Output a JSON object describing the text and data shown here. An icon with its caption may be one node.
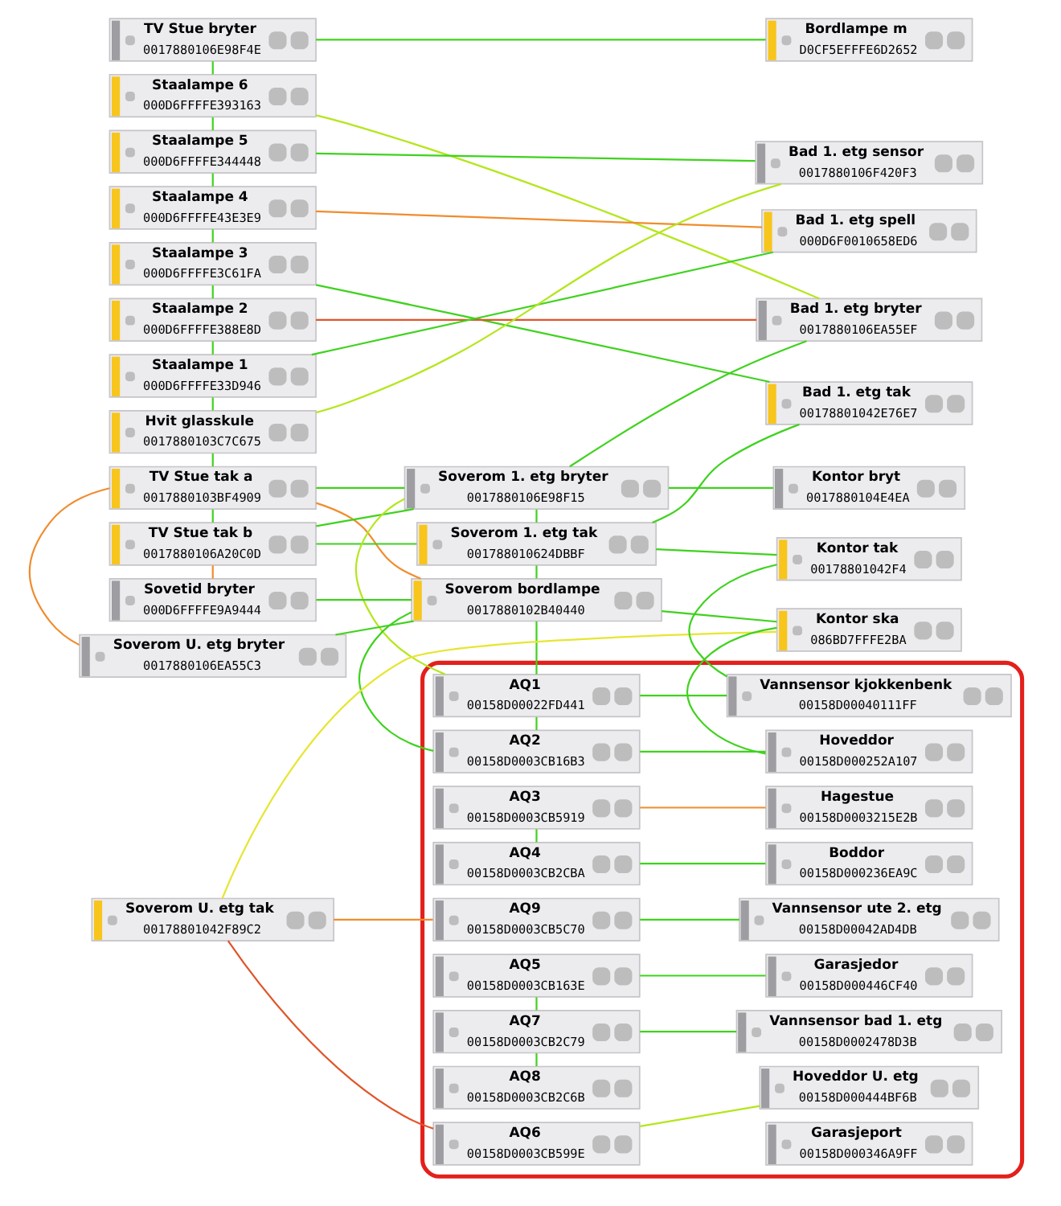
{
  "diagram": {
    "nodes": [
      {
        "text": [
          "TV Stue bryter",
          "0017880106E98F4E"
        ]
      },
      {
        "text": [
          "Staalampe 6",
          "000D6FFFFE393163"
        ]
      },
      {
        "text": [
          "Staalampe 5",
          "000D6FFFFE344448"
        ]
      },
      {
        "text": [
          "Staalampe 4",
          "000D6FFFFE43E3E9"
        ]
      },
      {
        "text": [
          "Staalampe 3",
          "000D6FFFFE3C61FA"
        ]
      },
      {
        "text": [
          "Staalampe 2",
          "000D6FFFFE388E8D"
        ]
      },
      {
        "text": [
          "Staalampe 1",
          "000D6FFFFE33D946"
        ]
      },
      {
        "text": [
          "Hvit glasskule",
          "0017880103C7C675"
        ]
      },
      {
        "text": [
          "TV Stue tak a",
          "0017880103BF4909"
        ]
      },
      {
        "text": [
          "TV Stue tak b",
          "0017880106A20C0D"
        ]
      },
      {
        "text": [
          "Bordlampe m",
          "D0CF5EFFFE6D2652"
        ]
      },
      {
        "text": [
          "Bad 1. etg bryter",
          "0017880106EA55EF"
        ]
      },
      {
        "text": [
          "Bad 1. etg sensor",
          "0017880106F420F3"
        ]
      },
      {
        "text": [
          "Bad 1. etg spell",
          "000D6F0010658ED6"
        ]
      },
      {
        "text": [
          "Bad 1. etg tak",
          "00178801042E76E7"
        ]
      },
      {
        "text": [
          "Soverom 1. etg bryter",
          "0017880106E98F15"
        ]
      },
      {
        "text": [
          "Soverom 1. etg tak",
          "001788010624DBBF"
        ]
      },
      {
        "text": [
          "Soverom bordlampe",
          "0017880102B40440"
        ]
      },
      {
        "text": [
          "Sovetid bryter",
          "000D6FFFFE9A9444"
        ]
      },
      {
        "text": [
          "Soverom U. etg bryter",
          "0017880106EA55C3"
        ]
      },
      {
        "text": [
          "Soverom U. etg tak",
          "00178801042F89C2"
        ]
      },
      {
        "text": [
          "Kontor bryt",
          "0017880104E4EA"
        ]
      },
      {
        "text": [
          "Kontor tak",
          "00178801042F4"
        ]
      },
      {
        "text": [
          "Kontor ska",
          "086BD7FFFE2BA"
        ]
      },
      {
        "text": [],
        "shape": "box"
      },
      {
        "text": [
          "AQ1",
          "00158D00022FD441"
        ],
        "in": 24
      },
      {
        "text": [
          "AQ2",
          "00158D0003CB16B3"
        ],
        "in": 24
      },
      {
        "text": [
          "AQ3",
          "00158D0003CB5919"
        ],
        "in": 24
      },
      {
        "text": [
          "AQ4",
          "00158D0003CB2CBA"
        ],
        "in": 24
      },
      {
        "text": [
          "AQ5",
          "00158D0003CB163E"
        ],
        "in": 24
      },
      {
        "text": [
          "AQ6",
          "00158D0003CB599E"
        ],
        "in": 24
      },
      {
        "text": [
          "AQ7",
          "00158D0003CB2C79"
        ],
        "in": 24
      },
      {
        "text": [
          "AQ8",
          "00158D0003CB2C6B"
        ],
        "in": 24
      },
      {
        "text": [
          "AQ9",
          "00158D0003CB5C70"
        ],
        "in": 24
      },
      {
        "text": [
          "Vannsensor kjokkenbenk",
          "00158D00040111FF"
        ],
        "in": 24
      },
      {
        "text": [
          "Hoveddor",
          "00158D000252A107"
        ],
        "in": 24
      },
      {
        "text": [
          "Hagestue",
          "00158D0003215E2B"
        ],
        "in": 24
      },
      {
        "text": [
          "Boddor",
          "00158D000236EA9C"
        ],
        "in": 24
      },
      {
        "text": [
          "Garasjedor",
          "00158D000446CF40"
        ],
        "in": 24
      },
      {
        "text": [
          "Hoveddor U. etg",
          "00158D000444BF6B"
        ],
        "in": 24
      },
      {
        "text": [
          "Vannsensor bad 1. etg",
          "00158D0002478D3B"
        ],
        "in": 24
      },
      {
        "text": [
          "Garasjeport",
          "00158D000346A9FF"
        ],
        "in": 24
      },
      {
        "text": [
          "Vannsensor ute 2. etg",
          "00158D00042AD4DB"
        ],
        "in": 24
      }
    ],
    "edges": [
      {
        "from": 0,
        "to": 1,
        "arrow": "none"
      },
      {
        "from": 1,
        "to": 2,
        "arrow": "none"
      },
      {
        "from": 2,
        "to": 3,
        "arrow": "none"
      },
      {
        "from": 3,
        "to": 4,
        "arrow": "none"
      },
      {
        "from": 4,
        "to": 5,
        "arrow": "none"
      },
      {
        "from": 5,
        "to": 6,
        "arrow": "none"
      },
      {
        "from": 6,
        "to": 7,
        "arrow": "none"
      },
      {
        "from": 7,
        "to": 8,
        "arrow": "none"
      },
      {
        "from": 8,
        "to": 9,
        "arrow": "none"
      },
      {
        "from": 0,
        "to": 10,
        "arrow": "none"
      },
      {
        "from": 1,
        "to": 11,
        "arrow": "none",
        "color": "#b5e61d"
      },
      {
        "from": 2,
        "to": 12,
        "arrow": "none"
      },
      {
        "from": 3,
        "to": 13,
        "arrow": "none",
        "color": "#f08c2e"
      },
      {
        "from": 4,
        "to": 14,
        "arrow": "none"
      },
      {
        "from": 5,
        "to": 11,
        "arrow": "none",
        "color": "#e0552a"
      },
      {
        "from": 6,
        "to": 13,
        "arrow": "none"
      },
      {
        "from": 7,
        "to": 12,
        "arrow": "none",
        "color": "#b5e61d"
      },
      {
        "from": 8,
        "to": 15,
        "arrow": "none"
      },
      {
        "from": 9,
        "to": 15,
        "arrow": "none"
      },
      {
        "from": 9,
        "to": 16,
        "arrow": "none"
      },
      {
        "from": 8,
        "to": 17,
        "arrow": "none",
        "color": "#f08c2e"
      },
      {
        "from": 15,
        "to": 16,
        "arrow": "none"
      },
      {
        "from": 16,
        "to": 17,
        "arrow": "none"
      },
      {
        "from": 15,
        "to": 21,
        "arrow": "none"
      },
      {
        "from": 16,
        "to": 22,
        "arrow": "none"
      },
      {
        "from": 17,
        "to": 23,
        "arrow": "none"
      },
      {
        "from": 15,
        "to": 11,
        "arrow": "none"
      },
      {
        "from": 16,
        "to": 14,
        "arrow": "none"
      },
      {
        "from": 18,
        "to": 17,
        "arrow": "none"
      },
      {
        "from": 19,
        "to": 17,
        "arrow": "none"
      },
      {
        "from": 20,
        "to": 23,
        "arrow": "none",
        "color": "#e6e632"
      },
      {
        "from": 9,
        "to": 18,
        "arrow": "none",
        "color": "#f08c2e"
      },
      {
        "from": 8,
        "to": 19,
        "arrow": "none",
        "color": "#f08c2e"
      },
      {
        "from": 20,
        "to": 30,
        "arrow": "none",
        "color": "#e0552a"
      },
      {
        "from": 20,
        "to": 33,
        "arrow": "none",
        "color": "#f08c2e"
      },
      {
        "from": 17,
        "to": 25,
        "arrow": "none"
      },
      {
        "from": 15,
        "to": 25,
        "arrow": "none",
        "color": "#b5e61d"
      },
      {
        "from": 25,
        "to": 34,
        "arrow": "none"
      },
      {
        "from": 26,
        "to": 35,
        "arrow": "none"
      },
      {
        "from": 27,
        "to": 36,
        "arrow": "none",
        "color": "#f08c2e"
      },
      {
        "from": 28,
        "to": 37,
        "arrow": "none"
      },
      {
        "from": 29,
        "to": 38,
        "arrow": "none"
      },
      {
        "from": 30,
        "to": 39,
        "arrow": "none",
        "color": "#b5e61d"
      },
      {
        "from": 31,
        "to": 40,
        "arrow": "none"
      },
      {
        "from": 33,
        "to": 42,
        "arrow": "none"
      },
      {
        "from": 26,
        "to": 25,
        "arrow": "none"
      },
      {
        "from": 28,
        "to": 27,
        "arrow": "none"
      },
      {
        "from": 31,
        "to": 29,
        "arrow": "none"
      },
      {
        "from": 32,
        "to": 31,
        "arrow": "none"
      },
      {
        "from": 22,
        "to": 34,
        "arrow": "none"
      },
      {
        "from": 23,
        "to": 35,
        "arrow": "none"
      },
      {
        "from": 17,
        "to": 26,
        "arrow": "none"
      }
    ]
  }
}
